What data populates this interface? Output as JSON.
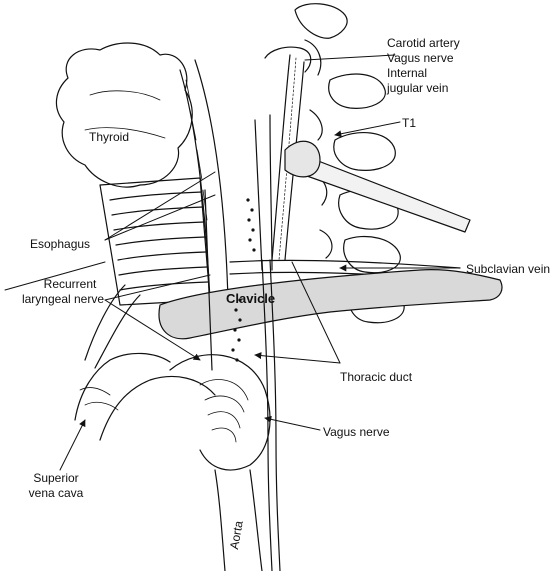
{
  "labels": {
    "carotid_artery": "Carotid artery",
    "vagus_nerve_top": "Vagus nerve",
    "internal_jugular_line1": "Internal",
    "internal_jugular_line2": "jugular vein",
    "t1": "T1",
    "thyroid": "Thyroid",
    "esophagus": "Esophagus",
    "recurrent_line1": "Recurrent",
    "recurrent_line2": "laryngeal nerve",
    "subclavian_vein": "Subclavian vein",
    "clavicle": "Clavicle",
    "thoracic_duct": "Thoracic duct",
    "vagus_nerve_bottom": "Vagus nerve",
    "svc_line1": "Superior",
    "svc_line2": "vena cava",
    "aorta": "Aorta"
  },
  "colors": {
    "line": "#111111",
    "bone": "#d9d9d9",
    "paper": "#ffffff"
  }
}
